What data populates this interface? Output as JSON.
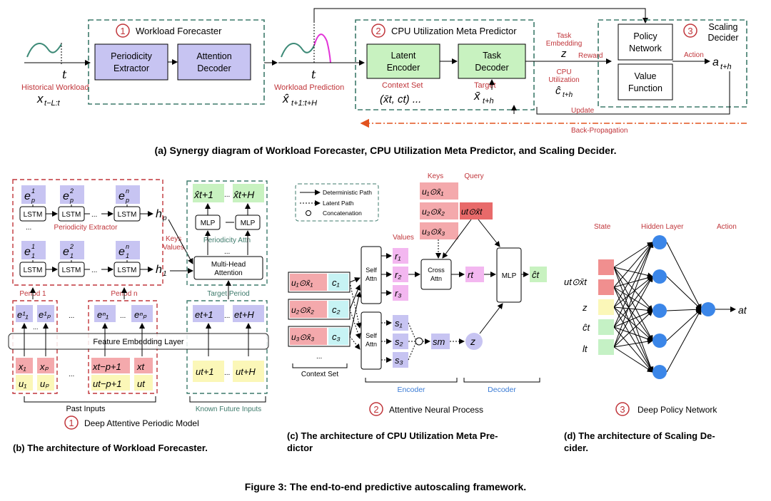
{
  "panel_a": {
    "forecaster_num": "1",
    "forecaster_title": "Workload Forecaster",
    "periodicity_extractor": [
      "Periodicity",
      "Extractor"
    ],
    "attention_decoder": [
      "Attention",
      "Decoder"
    ],
    "historical_label": "Historical Workload",
    "historical_math": "x",
    "historical_sub": "t−L:t",
    "t_label": "t",
    "prediction_label": "Workload Prediction",
    "prediction_math": "x̂",
    "prediction_sub": "t+1:t+H",
    "meta_num": "2",
    "meta_title": "CPU Utilization Meta Predictor",
    "latent_encoder": [
      "Latent",
      "Encoder"
    ],
    "task_decoder": [
      "Task",
      "Decoder"
    ],
    "context_set_label": "Context Set",
    "context_math": "(x̄t, ct) ...",
    "target_label": "Target",
    "target_math": "x̄",
    "target_sub": "t+h",
    "task_embedding": [
      "Task",
      "Embedding"
    ],
    "z": "z",
    "cpu_util": [
      "CPU",
      "Utilization"
    ],
    "c_hat": "ĉ",
    "c_sub": "t+h",
    "reward": "Reward",
    "update": "Update",
    "backprop": "Back-Propagation",
    "scaling_num": "3",
    "scaling_title": [
      "Scaling",
      "Decider"
    ],
    "policy_network": [
      "Policy",
      "Network"
    ],
    "value_function": [
      "Value",
      "Function"
    ],
    "action": "Action",
    "action_math": "a",
    "action_sub": "t+h"
  },
  "panel_b": {
    "lstm": "LSTM",
    "dots": "...",
    "periodicity_extractor": "Periodicity Extractor",
    "hp": "h",
    "hp_sub": "p",
    "h1": "h",
    "h1_sub": "1",
    "keys_values": [
      "Keys",
      "Values"
    ],
    "mlp": "MLP",
    "periodicity_attn": "Periodicity Attn",
    "multihead": [
      "Multi-Head",
      "Attention"
    ],
    "period1": "Period 1",
    "periodn": "Period n",
    "target_period": "Target Period",
    "feature_embedding": "Feature Embedding Layer",
    "past_inputs": "Past Inputs",
    "known_future": "Known Future Inputs",
    "model_num": "1",
    "model_title": "Deep Attentive Periodic Model",
    "emb_top": [
      "e",
      "e",
      "e"
    ],
    "emb_top_sup": [
      "1",
      "2",
      "n"
    ],
    "emb_top_sub": [
      "p",
      "p",
      "p"
    ],
    "emb_mid_sub": [
      "1",
      "1",
      "1"
    ],
    "out_labels": [
      "x̂t+1",
      "x̂t+H"
    ],
    "period1_e": [
      "e¹₁",
      "e¹ₚ"
    ],
    "periodn_e": [
      "eⁿ₁",
      "eⁿₚ"
    ],
    "target_e": [
      "et+1",
      "et+H"
    ],
    "x_labels": [
      "x₁",
      "xₚ",
      "xt−p+1",
      "xt"
    ],
    "u_labels": [
      "u₁",
      "uₚ",
      "ut−p+1",
      "ut"
    ],
    "future_u": [
      "ut+1",
      "ut+H"
    ]
  },
  "panel_c": {
    "legend_det": "Deterministic Path",
    "legend_lat": "Latent Path",
    "legend_cat": "Concatenation",
    "keys": "Keys",
    "query": "Query",
    "values": "Values",
    "keys_items": [
      "u₁⊙x̄₁",
      "u₂⊙x̄₂",
      "u₃⊙x̄₃"
    ],
    "query_item": "ut⊙x̄t",
    "ctx_items": [
      "u₁⊙x̄₁",
      "u₂⊙x̄₂",
      "u₃⊙x̄₃"
    ],
    "c_items": [
      "c₁",
      "c₂",
      "c₃"
    ],
    "self_attn": [
      "Self",
      "Attn"
    ],
    "r_items": [
      "r₁",
      "r₂",
      "r₃"
    ],
    "s_items": [
      "s₁",
      "s₂",
      "s₃"
    ],
    "cross_attn": [
      "Cross",
      "Attn"
    ],
    "rt": "rt",
    "sm": "sm",
    "z": "z",
    "mlp": "MLP",
    "ct": "ĉt",
    "ellipsis": "...",
    "context_set": "Context Set",
    "encoder": "Encoder",
    "decoder": "Decoder",
    "model_num": "2",
    "model_title": "Attentive Neural Process"
  },
  "panel_d": {
    "state": "State",
    "hidden": "Hidden Layer",
    "action": "Action",
    "state_labels": [
      "ut⊙x̄t",
      "z",
      "ĉt",
      "lt"
    ],
    "out": "at",
    "model_num": "3",
    "model_title": "Deep Policy Network"
  },
  "captions": {
    "a": "(a) Synergy diagram of Workload Forecaster, CPU Utilization Meta Predictor, and Scaling Decider.",
    "b": "(b) The architecture of Workload Forecaster.",
    "c": [
      "(c) The architecture of CPU Utilization Meta Pre-",
      "dictor"
    ],
    "d": [
      "(d) The architecture of Scaling De-",
      "cider."
    ],
    "figure": "Figure 3: The end-to-end predictive autoscaling framework."
  },
  "colors": {
    "green_border": "#3d7a6b",
    "red_border": "#c0353a",
    "blue": "#3a7bd5",
    "purple": "#c7c4f2",
    "green_fill": "#c8f2c0",
    "pink": "#f4a9ac",
    "yellow": "#fbf7b8",
    "cyan": "#c7f3f4",
    "magenta": "#f3b7f0",
    "node_blue": "#3b86e8",
    "state_pink": "#f08f8f",
    "state_yellow": "#fbf7b8",
    "state_green": "#c5f1c5"
  }
}
